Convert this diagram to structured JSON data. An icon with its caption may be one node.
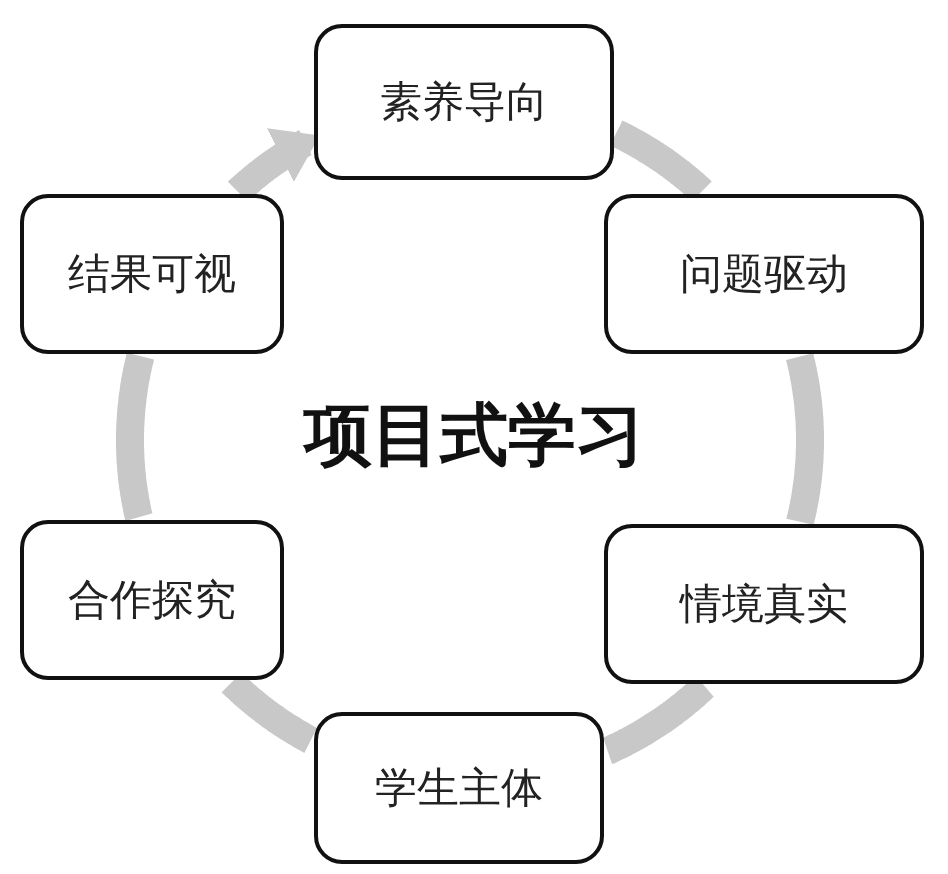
{
  "diagram": {
    "nodes": [
      {
        "text": [
          "素养导向"
        ]
      },
      {
        "text": [
          "问题驱动"
        ]
      },
      {
        "text": [
          "情境真实"
        ]
      },
      {
        "text": [
          "学生主体"
        ]
      },
      {
        "text": [
          "合作探究"
        ]
      },
      {
        "text": [
          "结果可视"
        ]
      }
    ],
    "edges": [
      {
        "from": 0,
        "to": 1,
        "arrow": "none"
      },
      {
        "from": 1,
        "to": 2,
        "arrow": "none"
      },
      {
        "from": 2,
        "to": 3,
        "arrow": "none"
      },
      {
        "from": 3,
        "to": 4,
        "arrow": "none"
      },
      {
        "from": 4,
        "to": 5,
        "arrow": "none"
      },
      {
        "from": 5,
        "to": 0,
        "arrow": "to"
      }
    ],
    "labels": [
      "项目式学习"
    ]
  }
}
